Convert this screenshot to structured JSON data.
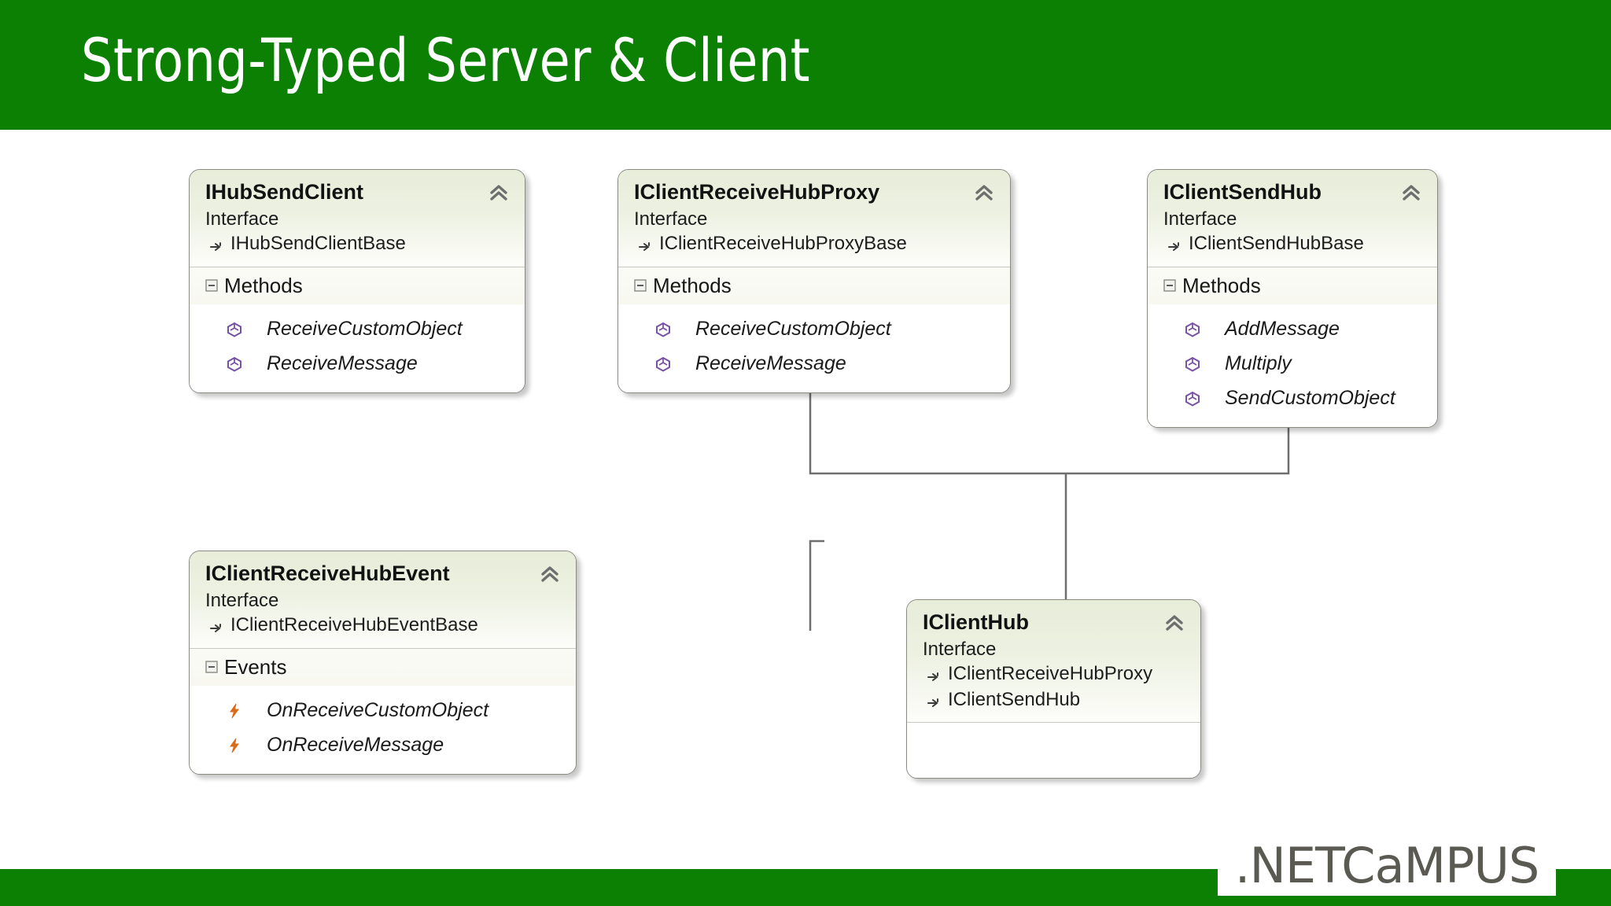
{
  "slide": {
    "title": "Strong-Typed Server & Client",
    "header_color": "#0b8003",
    "footer_color": "#0b8003",
    "logo_text": ".NETCaMPUS"
  },
  "diagram": {
    "stereotype_label": "Interface",
    "methods_label": "Methods",
    "events_label": "Events",
    "classes": [
      {
        "id": "ihubsendclient",
        "name": "IHubSendClient",
        "stereotype": "Interface",
        "bases": [
          "IHubSendClientBase"
        ],
        "section_label": "Methods",
        "section_kind": "methods",
        "members": [
          "ReceiveCustomObject",
          "ReceiveMessage"
        ]
      },
      {
        "id": "iclientreceivehubproxy",
        "name": "IClientReceiveHubProxy",
        "stereotype": "Interface",
        "bases": [
          "IClientReceiveHubProxyBase"
        ],
        "section_label": "Methods",
        "section_kind": "methods",
        "members": [
          "ReceiveCustomObject",
          "ReceiveMessage"
        ]
      },
      {
        "id": "iclientsendhub",
        "name": "IClientSendHub",
        "stereotype": "Interface",
        "bases": [
          "IClientSendHubBase"
        ],
        "section_label": "Methods",
        "section_kind": "methods",
        "members": [
          "AddMessage",
          "Multiply",
          "SendCustomObject"
        ]
      },
      {
        "id": "iclientreceivehubevent",
        "name": "IClientReceiveHubEvent",
        "stereotype": "Interface",
        "bases": [
          "IClientReceiveHubEventBase"
        ],
        "section_label": "Events",
        "section_kind": "events",
        "members": [
          "OnReceiveCustomObject",
          "OnReceiveMessage"
        ]
      },
      {
        "id": "iclienthub",
        "name": "IClientHub",
        "stereotype": "Interface",
        "bases": [
          "IClientReceiveHubProxy",
          "IClientSendHub"
        ],
        "section_label": "",
        "section_kind": "empty",
        "members": []
      }
    ],
    "relationships": [
      {
        "from": "iclienthub",
        "to": "iclientreceivehubproxy",
        "kind": "inheritance"
      },
      {
        "from": "iclienthub",
        "to": "iclientsendhub",
        "kind": "inheritance"
      }
    ],
    "icons": {
      "collapse_chevron": "chevron-double-up-icon",
      "section_toggle": "collapse-minus-icon",
      "base_type": "base-type-arrow-icon",
      "method": "method-cube-icon",
      "event": "event-bolt-icon"
    },
    "colors": {
      "method_icon": "#7a52a5",
      "event_icon": "#d96a16",
      "box_border": "#8a8a82",
      "header_gradient_top": "#e7edd9"
    }
  }
}
